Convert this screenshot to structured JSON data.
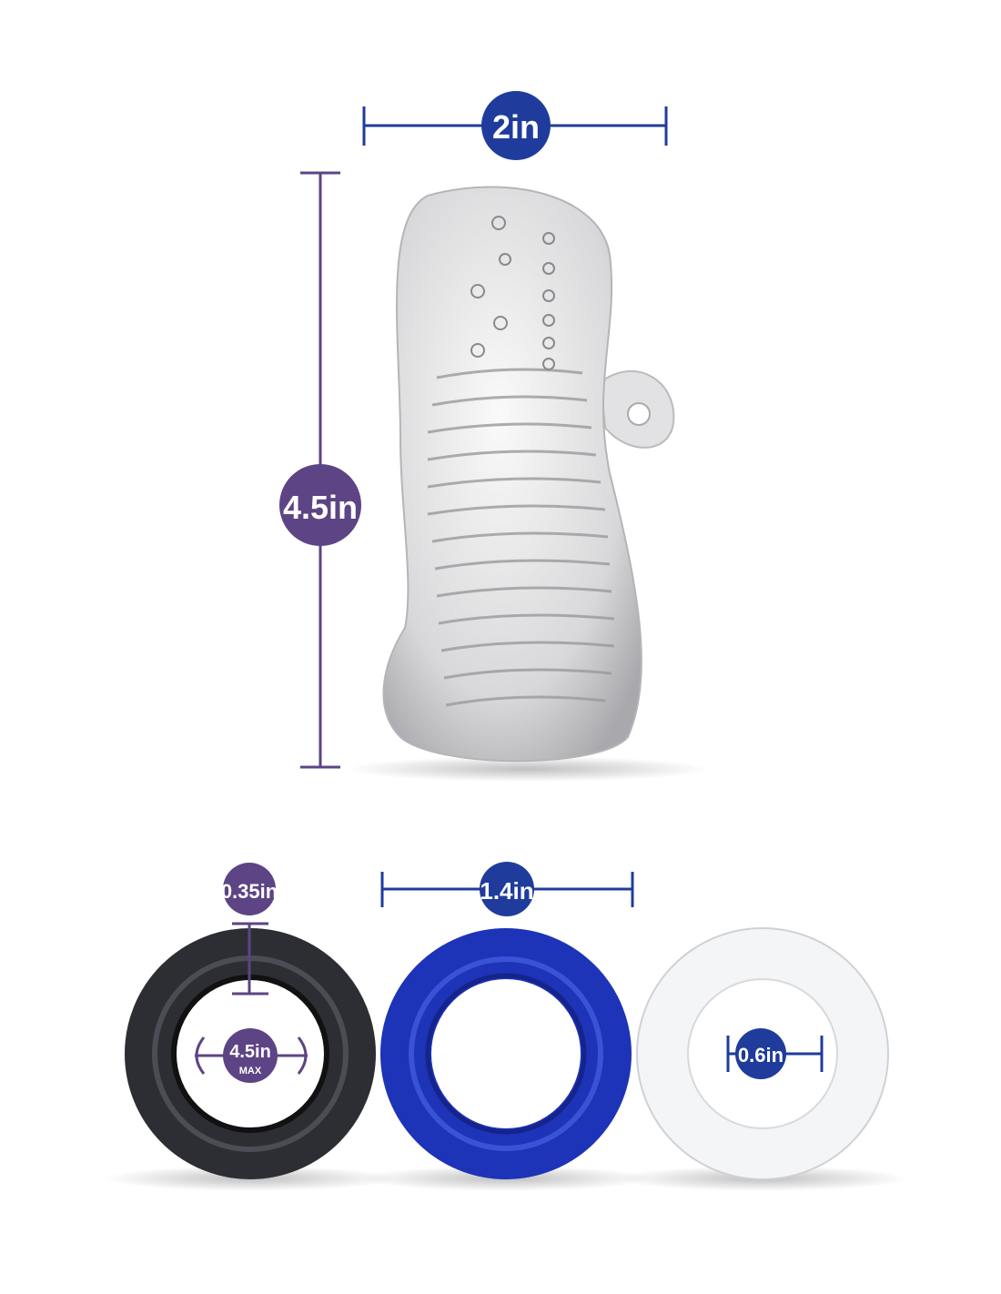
{
  "colors": {
    "blue": "#1f3c9c",
    "purple": "#5d4484",
    "ring_black": "#2c2e33",
    "ring_blue": "#1d33b8",
    "ring_clear": "#f4f5f7"
  },
  "sleeve": {
    "width_label": "2in",
    "height_label": "4.5in"
  },
  "rings": {
    "thickness_label": "0.35in",
    "stretch_label": "4.5in",
    "stretch_sub": "MAX",
    "outer_label": "1.4in",
    "inner_label": "0.6in"
  }
}
